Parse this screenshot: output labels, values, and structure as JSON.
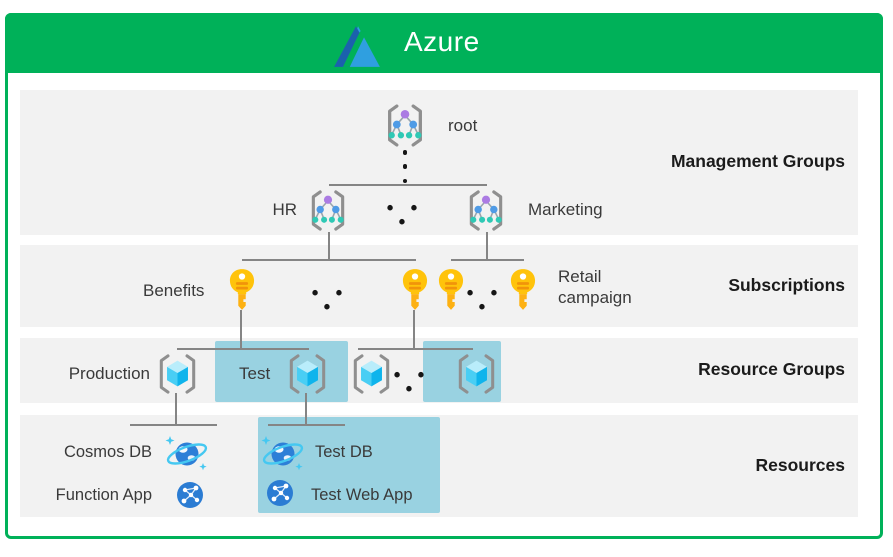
{
  "header": {
    "title": "Azure"
  },
  "sections": {
    "management_groups": {
      "label": "Management Groups"
    },
    "subscriptions": {
      "label": "Subscriptions"
    },
    "resource_groups": {
      "label": "Resource Groups"
    },
    "resources": {
      "label": "Resources"
    }
  },
  "management_groups": {
    "root": "root",
    "hr": "HR",
    "marketing": "Marketing"
  },
  "subscriptions": {
    "benefits": "Benefits",
    "retail_campaign": "Retail campaign"
  },
  "resource_groups": {
    "production": "Production",
    "test": "Test"
  },
  "resources": {
    "cosmos_db": "Cosmos DB",
    "function_app": "Function App",
    "test_db": "Test DB",
    "test_web_app": "Test Web App"
  },
  "ellipsis": "• • •",
  "colors": {
    "brand_green": "#00b159",
    "band_background": "#f2f2f2",
    "highlight_teal": "#99d2e1",
    "connector_gray": "#858585",
    "key_gold": "#ffc30b",
    "azure_logo_dark": "#1b61ad",
    "azure_logo_light": "#2f9fe0",
    "mg_node_purple": "#ab7be3",
    "mg_node_blue": "#4f9be6",
    "mg_node_teal": "#2fc9b5",
    "cube_cyan": "#0fb4ec"
  }
}
